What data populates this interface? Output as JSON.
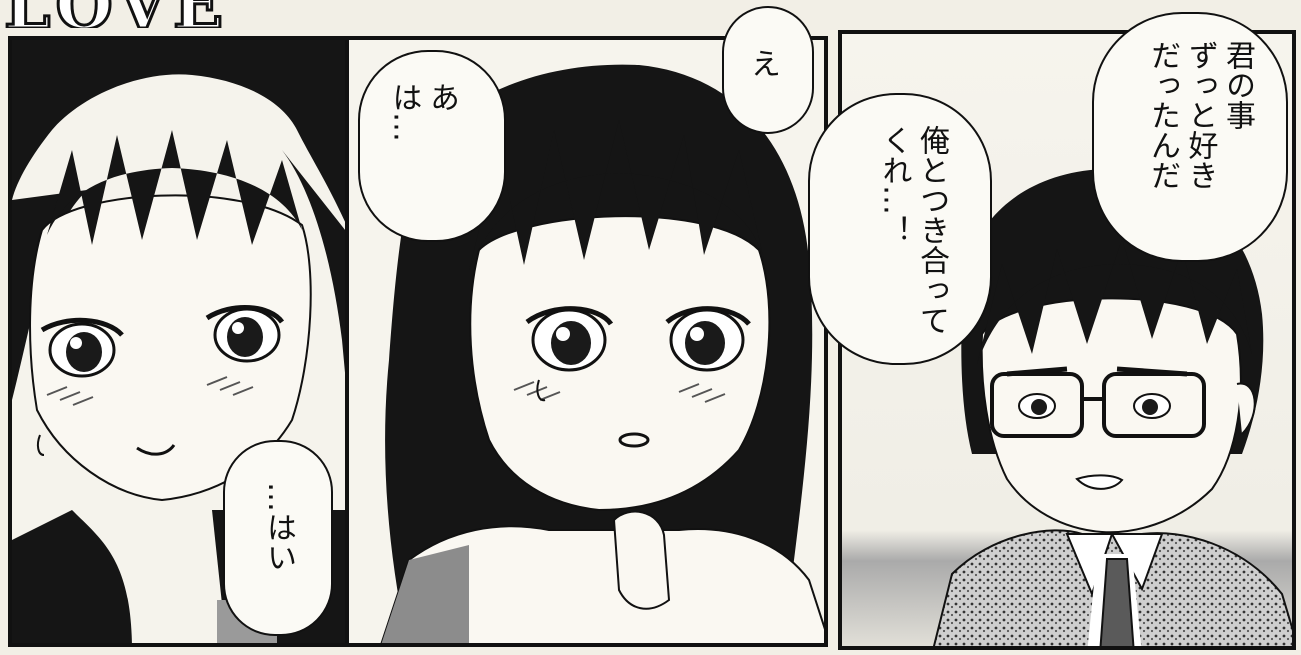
{
  "title": "LOVE",
  "panels": [
    {
      "bubbles": [
        {
          "text": "…はい"
        }
      ]
    },
    {
      "bubbles": [
        {
          "text": "あ\nは…"
        },
        {
          "text": "え"
        }
      ]
    },
    {
      "bubbles": [
        {
          "text": "俺とつき合って\nくれ…！"
        },
        {
          "text": "君の事\nずっと好き\nだったんだ"
        }
      ]
    }
  ]
}
